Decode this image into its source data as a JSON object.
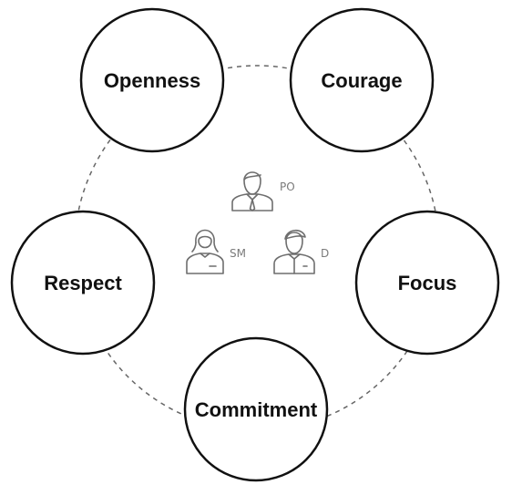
{
  "values": [
    {
      "id": "openness",
      "label": "Openness"
    },
    {
      "id": "courage",
      "label": "Courage"
    },
    {
      "id": "focus",
      "label": "Focus"
    },
    {
      "id": "commitment",
      "label": "Commitment"
    },
    {
      "id": "respect",
      "label": "Respect"
    }
  ],
  "roles": [
    {
      "id": "po",
      "label": "PO",
      "icon": "product-owner-icon"
    },
    {
      "id": "sm",
      "label": "SM",
      "icon": "scrum-master-icon"
    },
    {
      "id": "d",
      "label": "D",
      "icon": "developer-icon"
    }
  ],
  "colors": {
    "circle_stroke": "#111111",
    "connector": "#666666",
    "icon": "#6e6e6e",
    "role_text": "#7a7a7a"
  }
}
